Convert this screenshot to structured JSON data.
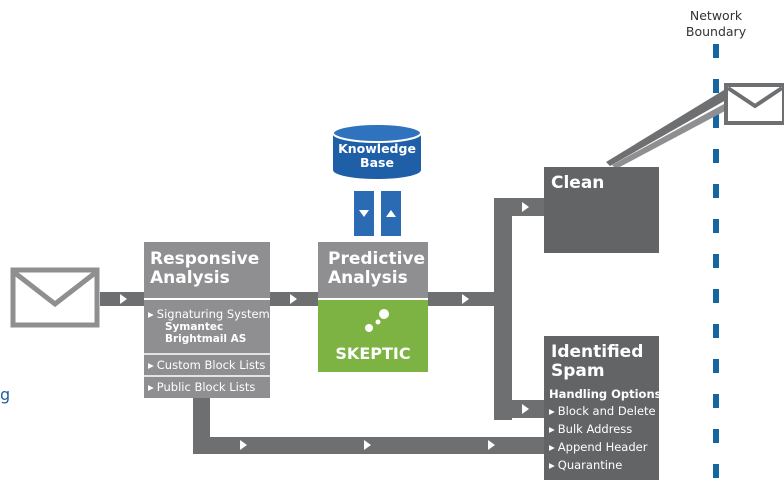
{
  "network_boundary": {
    "line1": "Network",
    "line2": "Boundary"
  },
  "knowledge_base": {
    "line1": "Knowledge",
    "line2": "Base"
  },
  "responsive": {
    "title1": "Responsive",
    "title2": "Analysis",
    "signaturing": "Signaturing System",
    "sub1": "Symantec",
    "sub2": "Brightmail AS",
    "custom_lists": "Custom Block Lists",
    "public_lists": "Public Block Lists"
  },
  "predictive": {
    "title1": "Predictive",
    "title2": "Analysis",
    "logo_text": "SKEPTIC"
  },
  "clean": {
    "title": "Clean"
  },
  "spam": {
    "title1": "Identified",
    "title2": "Spam",
    "handling": "Handling Options:",
    "options": [
      "Block and Delete",
      "Bulk Address",
      "Append Header",
      "Quarantine"
    ]
  },
  "stray_text": "g",
  "colors": {
    "box_gray": "#8f8f91",
    "dark_gray": "#636466",
    "line_gray": "#6e6f71",
    "green": "#7cb342",
    "blue": "#1f5fa8",
    "boundary_blue": "#1565a0"
  }
}
